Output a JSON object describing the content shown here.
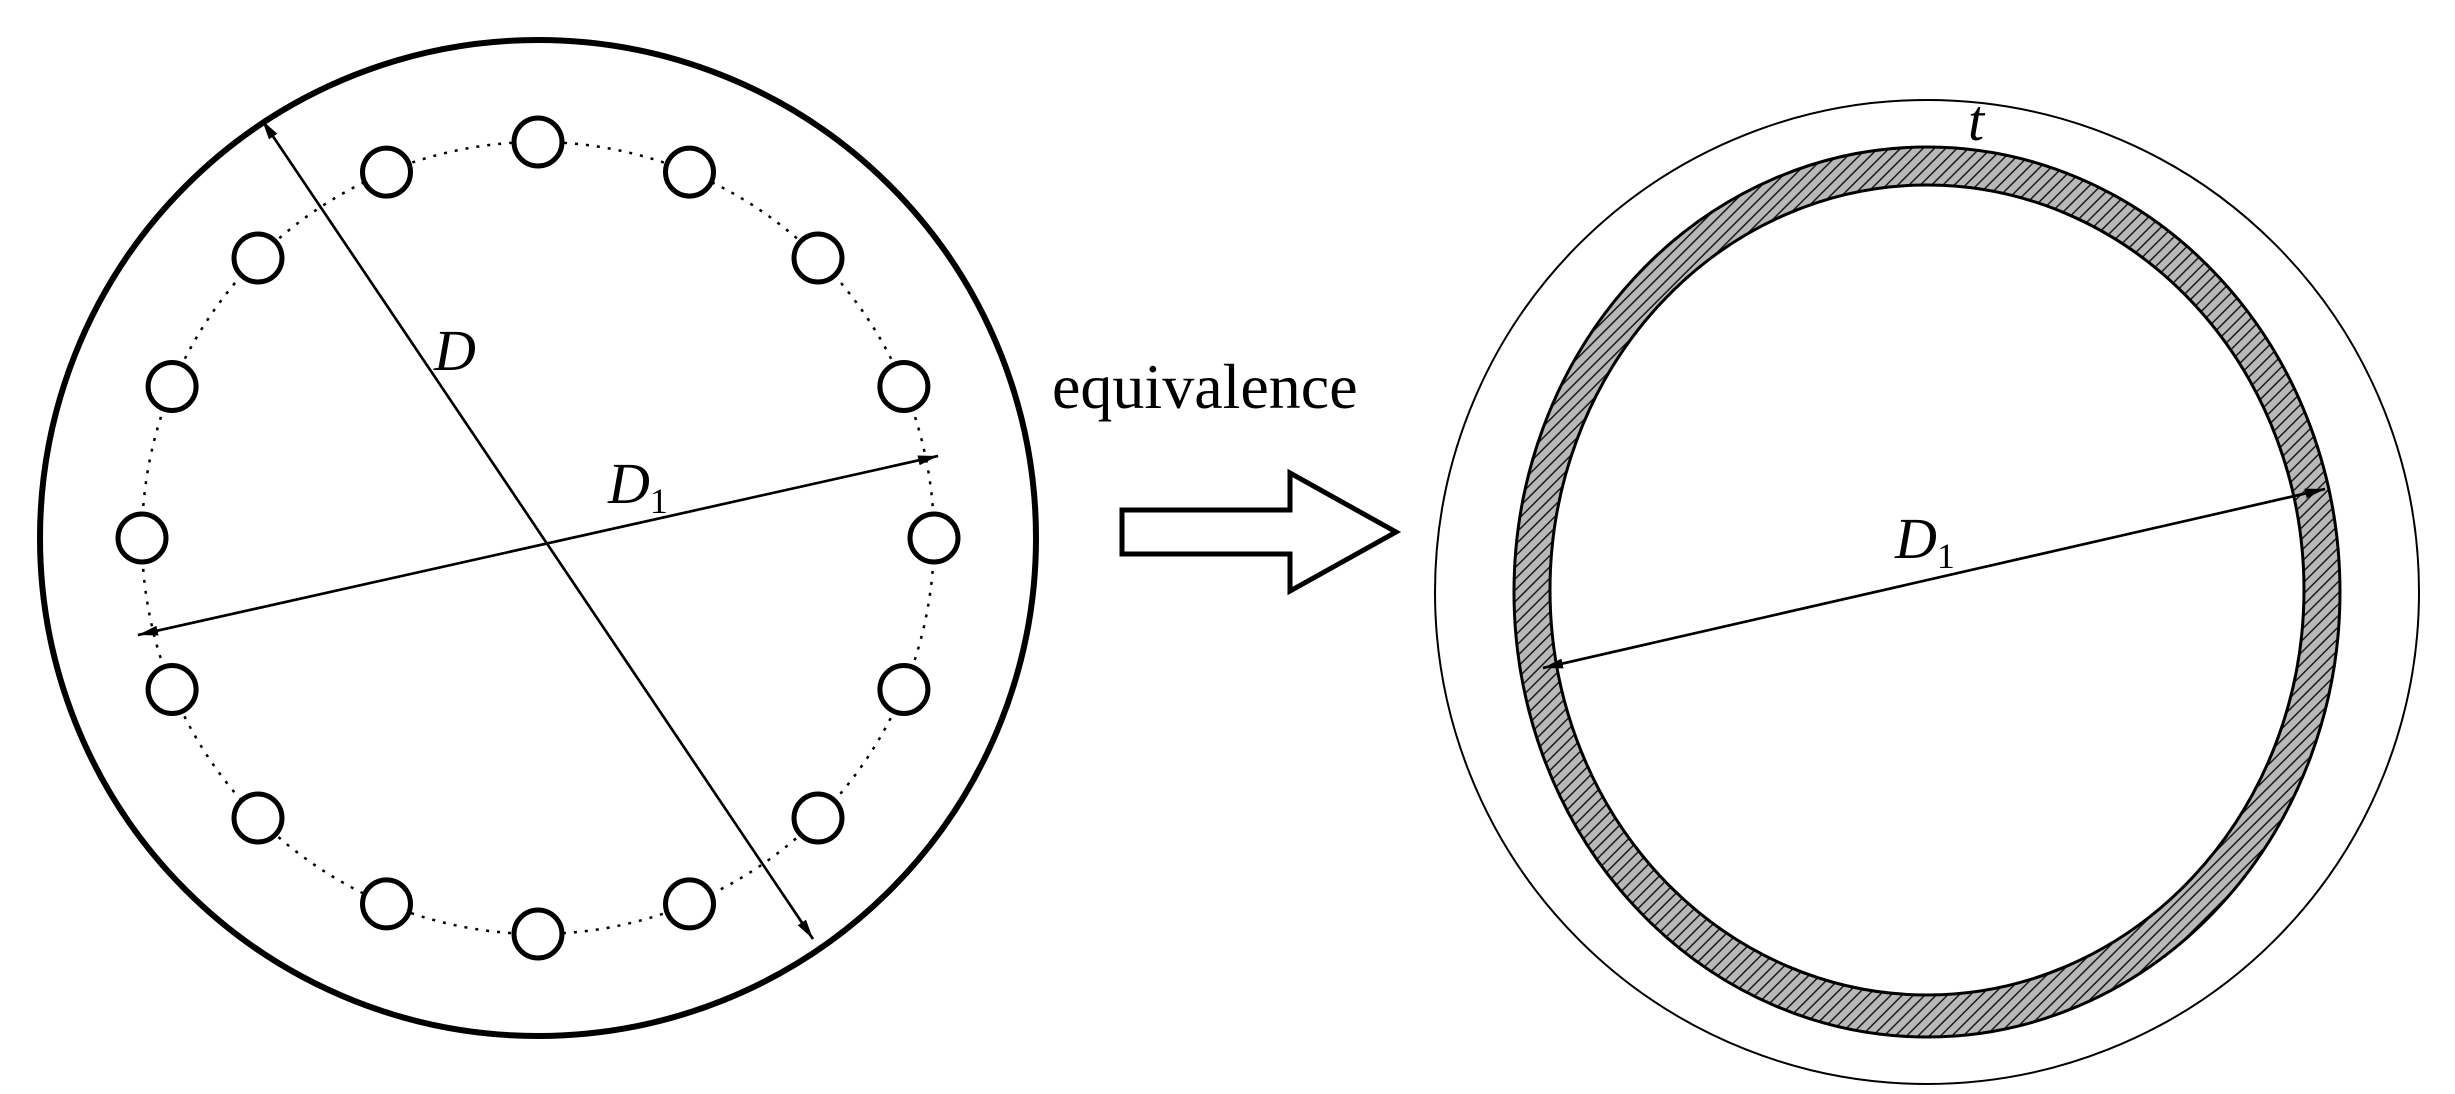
{
  "left_figure": {
    "diameter_label": "D",
    "bolt_circle_label": "D",
    "bolt_circle_subscript": "1",
    "bolt_count": 16
  },
  "transition": {
    "label": "equivalence"
  },
  "right_figure": {
    "thickness_label": "t",
    "diameter_label": "D",
    "diameter_subscript": "1"
  }
}
